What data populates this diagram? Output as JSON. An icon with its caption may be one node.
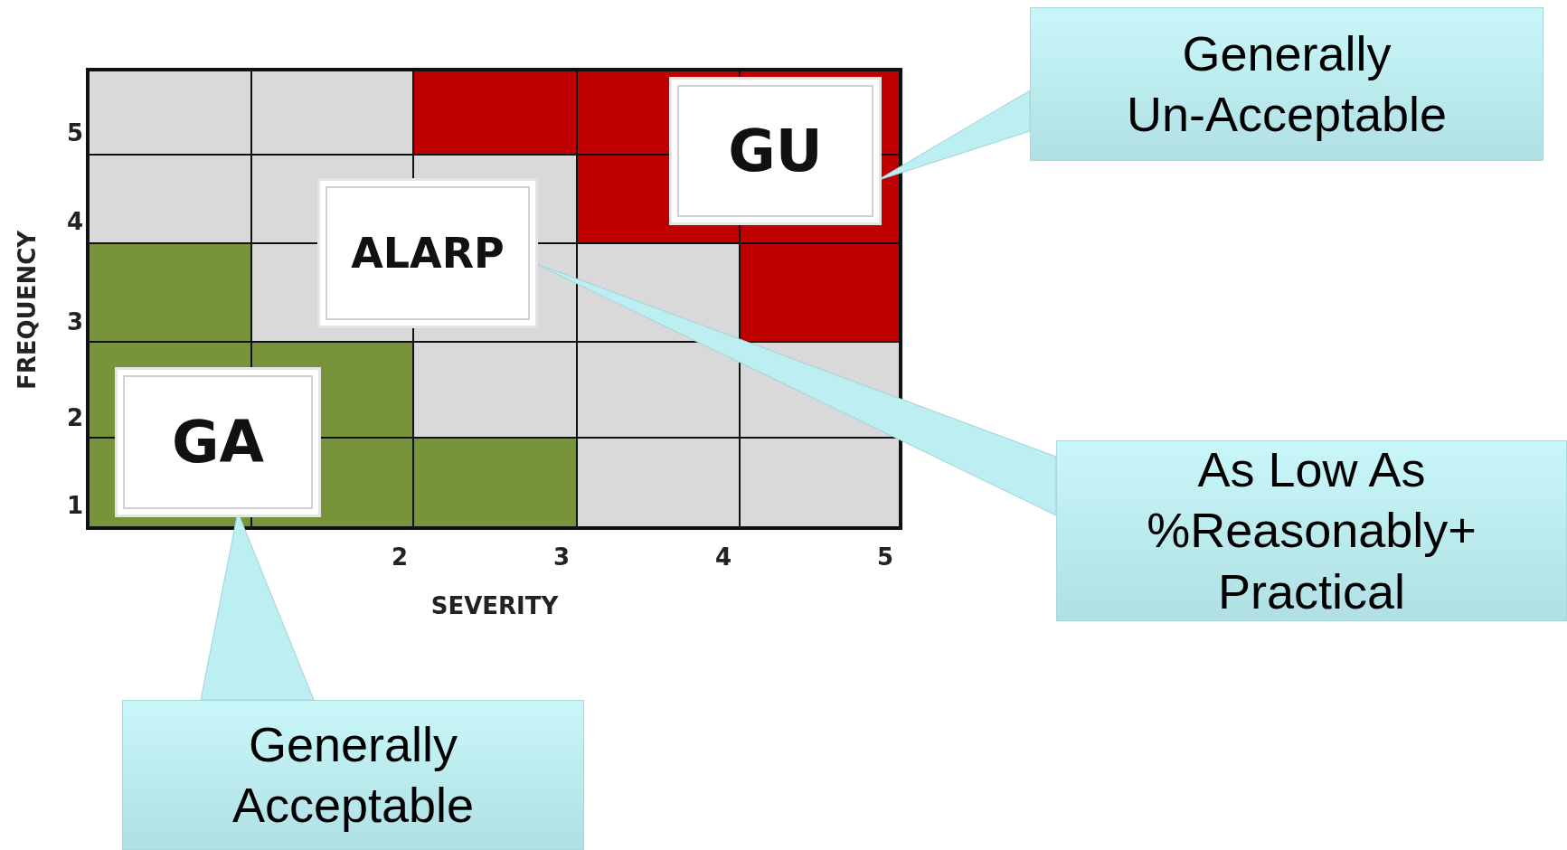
{
  "diagram": {
    "nodes": [
      {
        "text": [
          "GU"
        ]
      },
      {
        "text": [
          "ALARP"
        ]
      },
      {
        "text": [
          "GA"
        ]
      },
      {
        "text": [
          "Generally Un-Acceptable"
        ]
      },
      {
        "text": [
          "As Low As %Reasonably+ Practical"
        ]
      },
      {
        "text": [
          "Generally Acceptable"
        ]
      }
    ],
    "edges": [
      {
        "from": 3,
        "to": 0,
        "arrow": "to"
      },
      {
        "from": 4,
        "to": 1,
        "arrow": "to"
      },
      {
        "from": 5,
        "to": 2,
        "arrow": "to"
      }
    ],
    "labels": [
      "5",
      "4",
      "FREQUENCY",
      "3",
      "2",
      "1",
      "2",
      "3",
      "4",
      "5",
      "SEVERITY"
    ]
  }
}
